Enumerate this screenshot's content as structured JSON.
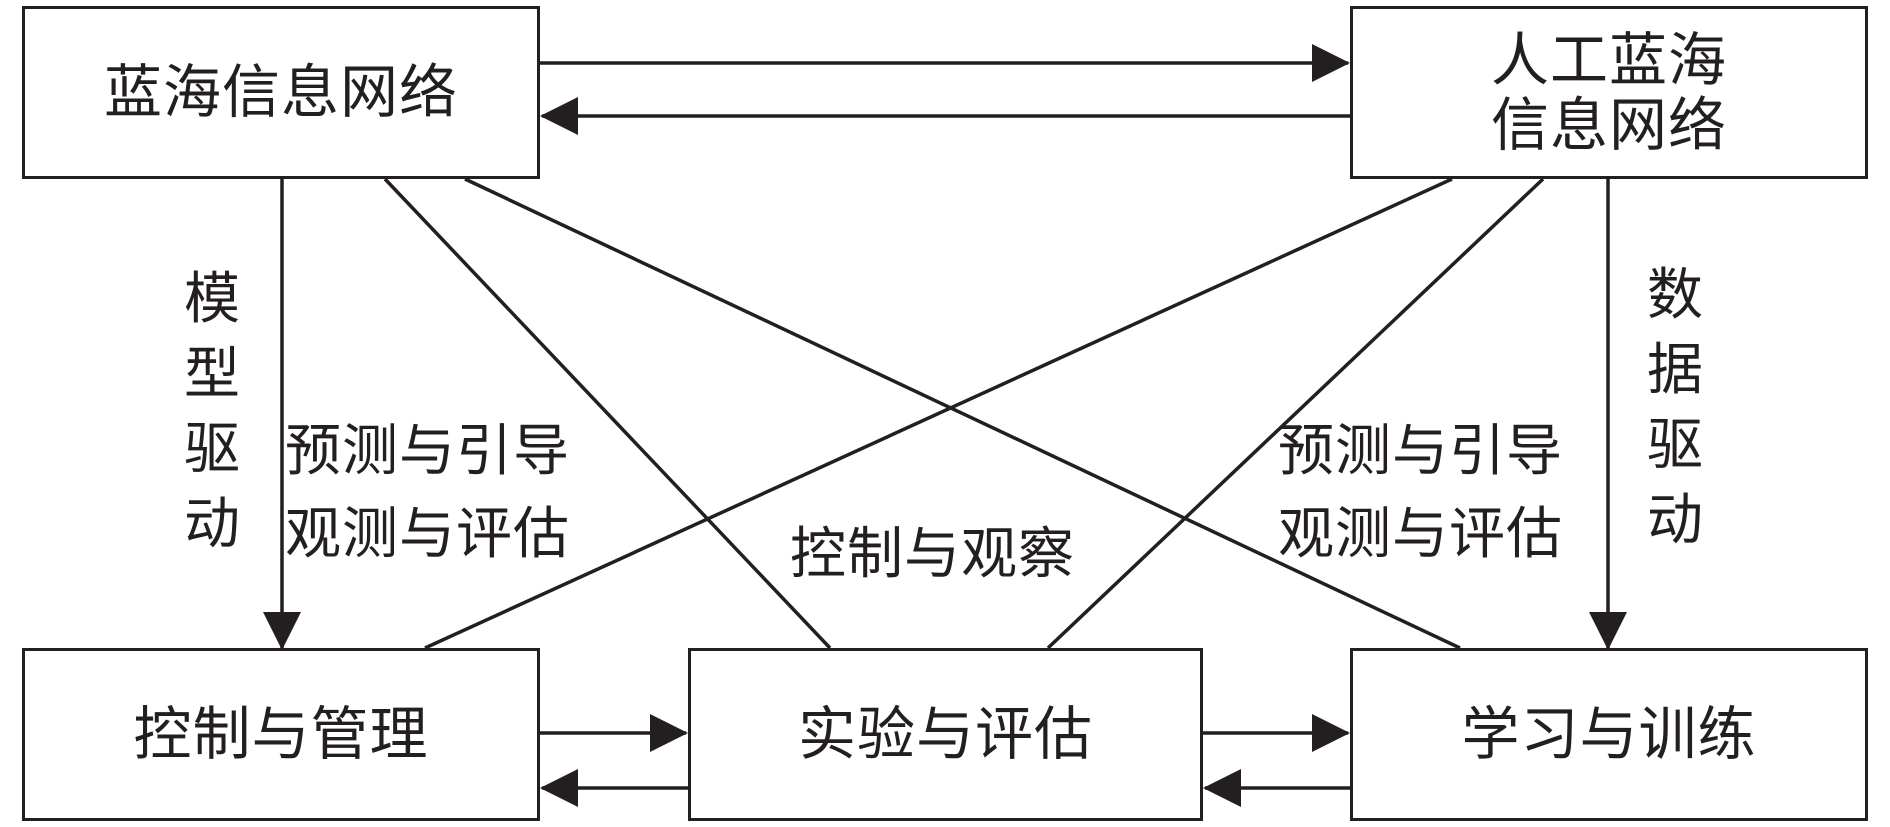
{
  "nodes": {
    "blue_sea": "蓝海信息网络",
    "artificial_line1": "人工蓝海",
    "artificial_line2": "信息网络",
    "control_mgmt": "控制与管理",
    "experiment_eval": "实验与评估",
    "learn_train": "学习与训练"
  },
  "labels": {
    "model_driven": "模型驱动",
    "data_driven": "数据驱动",
    "left_predict": "预测与引导",
    "left_observe": "观测与评估",
    "right_predict": "预测与引导",
    "right_observe": "观测与评估",
    "control_observe": "控制与观察"
  },
  "colors": {
    "stroke": "#231f20",
    "background": "#ffffff"
  }
}
